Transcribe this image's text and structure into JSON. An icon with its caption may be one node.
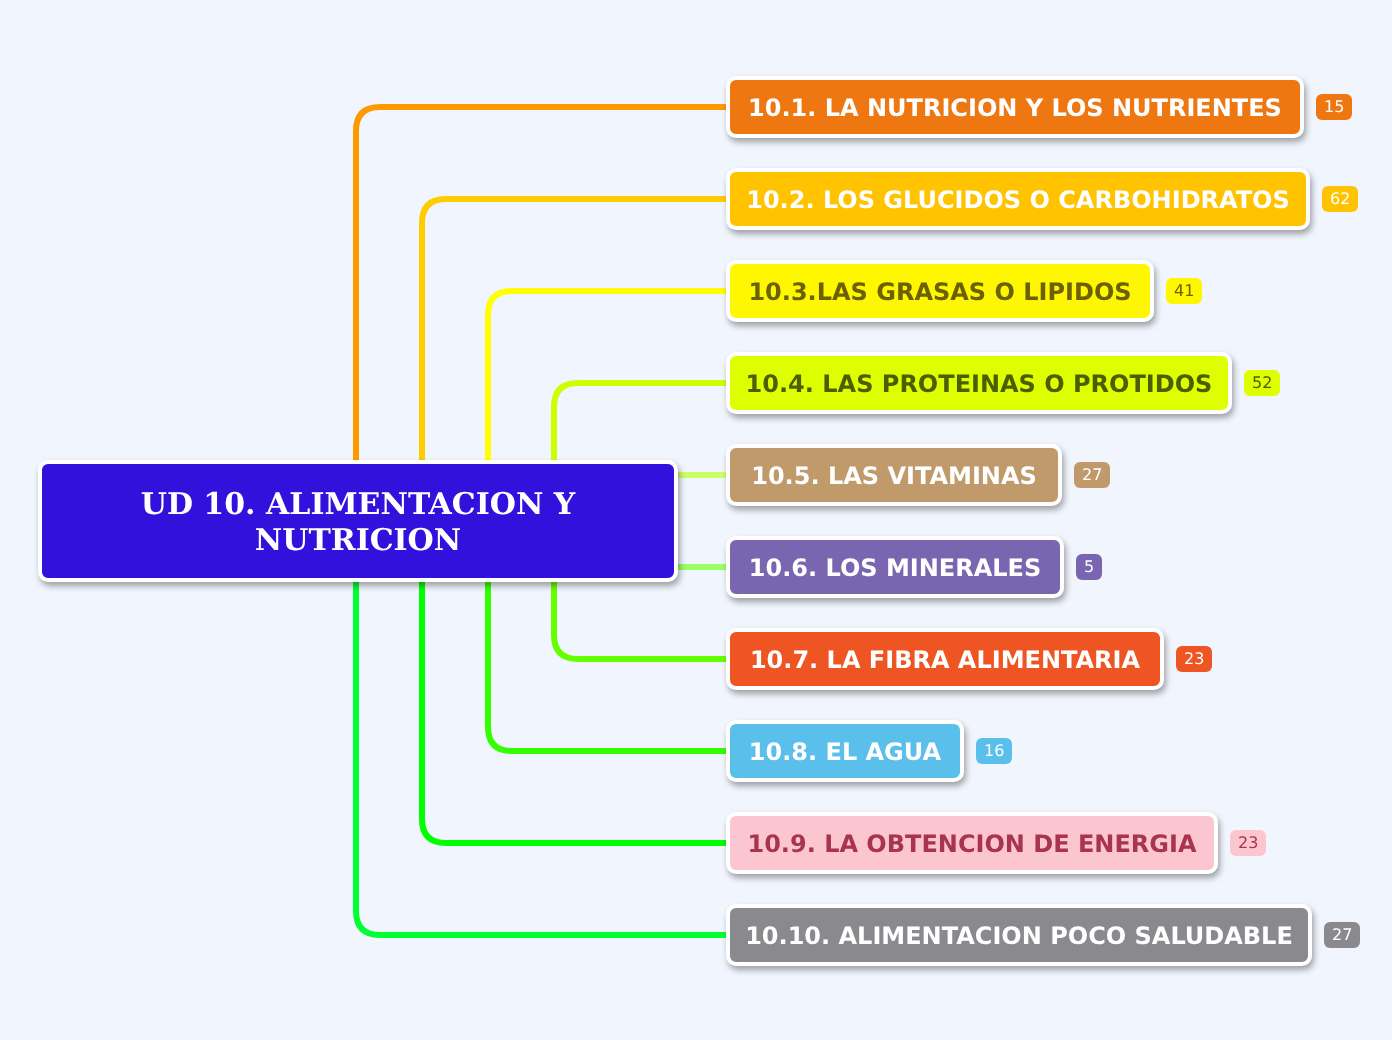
{
  "diagram": {
    "nodes": [
      {
        "text": [
          "UD 10. ALIMENTACION Y NUTRICION"
        ]
      },
      {
        "text": [
          "10.1. LA NUTRICION Y LOS NUTRIENTES"
        ],
        "beside": [
          "15"
        ]
      },
      {
        "text": [
          "10.2. LOS GLUCIDOS O CARBOHIDRATOS"
        ],
        "beside": [
          "62"
        ]
      },
      {
        "text": [
          "10.3.LAS GRASAS O LIPIDOS"
        ],
        "beside": [
          "41"
        ]
      },
      {
        "text": [
          "10.4. LAS PROTEINAS O PROTIDOS"
        ],
        "beside": [
          "52"
        ]
      },
      {
        "text": [
          "10.5. LAS VITAMINAS"
        ],
        "beside": [
          "27"
        ]
      },
      {
        "text": [
          "10.6. LOS MINERALES"
        ],
        "beside": [
          "5"
        ]
      },
      {
        "text": [
          "10.7. LA FIBRA ALIMENTARIA"
        ],
        "beside": [
          "23"
        ]
      },
      {
        "text": [
          "10.8. EL AGUA"
        ],
        "beside": [
          "16"
        ]
      },
      {
        "text": [
          "10.9. LA OBTENCION DE ENERGIA"
        ],
        "beside": [
          "23"
        ]
      },
      {
        "text": [
          "10.10. ALIMENTACION POCO SALUDABLE"
        ],
        "beside": [
          "27"
        ]
      }
    ],
    "edges": [
      {
        "from": 0,
        "to": 1,
        "arrow": "none",
        "color": "#ff9900"
      },
      {
        "from": 0,
        "to": 2,
        "arrow": "none",
        "color": "#ffcc00"
      },
      {
        "from": 0,
        "to": 3,
        "arrow": "none",
        "color": "#ffff00"
      },
      {
        "from": 0,
        "to": 4,
        "arrow": "none",
        "color": "#ccff00"
      },
      {
        "from": 0,
        "to": 5,
        "arrow": "none",
        "color": "#ccff66"
      },
      {
        "from": 0,
        "to": 6,
        "arrow": "none",
        "color": "#99ff66"
      },
      {
        "from": 0,
        "to": 7,
        "arrow": "none",
        "color": "#66ff00"
      },
      {
        "from": 0,
        "to": 8,
        "arrow": "none",
        "color": "#33ff00"
      },
      {
        "from": 0,
        "to": 9,
        "arrow": "none",
        "color": "#00ff00"
      },
      {
        "from": 0,
        "to": 10,
        "arrow": "none",
        "color": "#00ff33"
      }
    ]
  }
}
